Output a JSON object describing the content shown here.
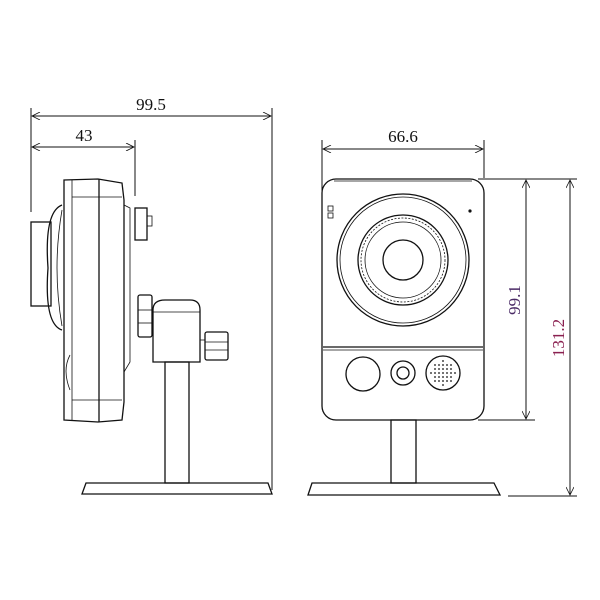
{
  "dimensions": {
    "total_depth": "99.5",
    "body_depth": "43",
    "width": "66.6",
    "body_height": "99.1",
    "total_height": "131.2"
  },
  "colors": {
    "line": "#111111",
    "body_height_label": "#4a2a66",
    "total_height_label": "#8a2050"
  }
}
